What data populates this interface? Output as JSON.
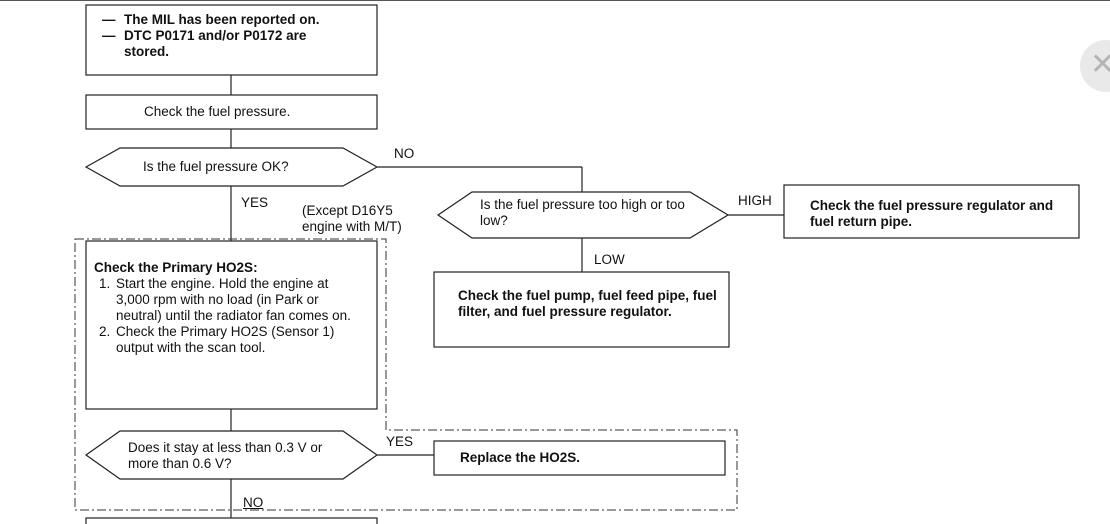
{
  "start_box": {
    "line1": "The MIL has been reported on.",
    "line2": "DTC P0171 and/or P0172 are stored.",
    "dash": "—"
  },
  "check_pressure": "Check the fuel pressure.",
  "q_pressure_ok": "Is the fuel pressure OK?",
  "label_no_1": "NO",
  "label_yes_1": "YES",
  "note_except": "(Except D16Y5 engine with M/T)",
  "q_high_low": "Is the fuel pressure too high or too low?",
  "label_high": "HIGH",
  "label_low": "LOW",
  "regulator_box": "Check the fuel pressure regulator and fuel return pipe.",
  "pump_box": "Check the fuel pump, fuel feed pipe, fuel filter, and fuel pressure regulator.",
  "ho2s_box": {
    "title": "Check the Primary HO2S:",
    "steps": [
      "Start the engine. Hold the engine at 3,000 rpm with no load (in Park or neutral) until the radiator fan comes on.",
      "Check the Primary HO2S (Sensor 1) output with the scan tool."
    ]
  },
  "q_voltage": "Does it stay at less than 0.3 V or more than 0.6 V?",
  "label_yes_2": "YES",
  "replace_box": "Replace the HO2S.",
  "label_no_2": "NO",
  "close_icon": "close-icon",
  "colors": {
    "ink": "#111111",
    "close_bg": "#e9e9e9",
    "close_fg": "#b5b5b5"
  }
}
